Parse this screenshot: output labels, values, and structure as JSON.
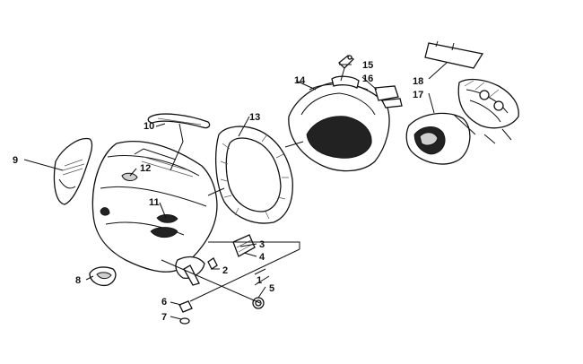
{
  "callouts": [
    {
      "id": "1",
      "label": "1"
    },
    {
      "id": "2",
      "label": "2"
    },
    {
      "id": "3",
      "label": "3"
    },
    {
      "id": "4",
      "label": "4"
    },
    {
      "id": "5",
      "label": "5"
    },
    {
      "id": "6",
      "label": "6"
    },
    {
      "id": "7",
      "label": "7"
    },
    {
      "id": "8",
      "label": "8"
    },
    {
      "id": "9",
      "label": "9"
    },
    {
      "id": "10",
      "label": "10"
    },
    {
      "id": "11",
      "label": "11"
    },
    {
      "id": "12",
      "label": "12"
    },
    {
      "id": "13",
      "label": "13"
    },
    {
      "id": "14",
      "label": "14"
    },
    {
      "id": "15",
      "label": "15"
    },
    {
      "id": "16",
      "label": "16"
    },
    {
      "id": "17",
      "label": "17"
    },
    {
      "id": "18",
      "label": "18"
    }
  ],
  "colors": {
    "ink": "#111111",
    "background": "#ffffff",
    "shade": "#222222"
  }
}
